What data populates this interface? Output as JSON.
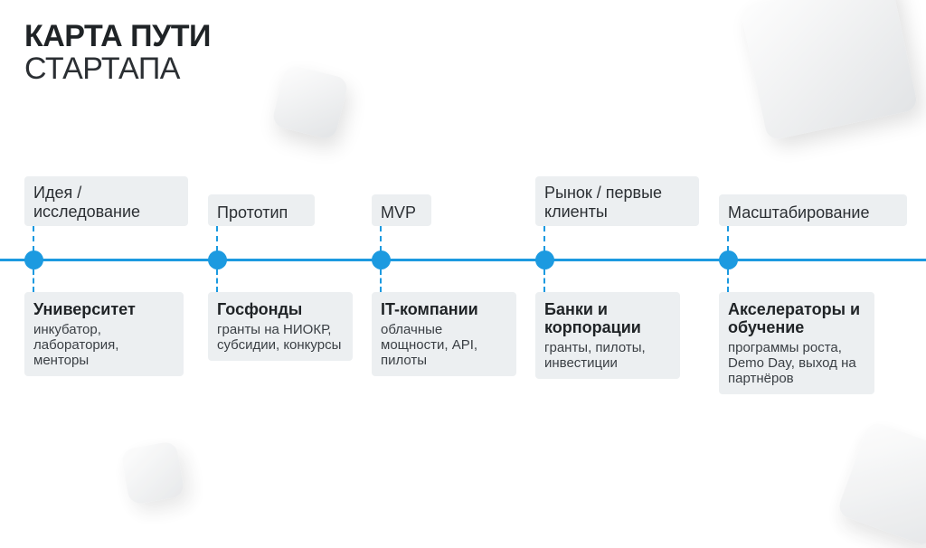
{
  "title": {
    "line1": "КАРТА ПУТИ",
    "line2": "СТАРТАПА"
  },
  "colors": {
    "accent": "#1c9ae0",
    "box": "#eceff1"
  },
  "stages": [
    {
      "label": "Идея / исследование",
      "source": "Университет",
      "details": "инкубатор, лаборатория, менторы"
    },
    {
      "label": "Прототип",
      "source": "Госфонды",
      "details": "гранты на НИОКР, субсидии, конкурсы"
    },
    {
      "label": "MVP",
      "source": "IT-компании",
      "details": "облачные мощности, API, пилоты"
    },
    {
      "label": "Рынок / первые клиенты",
      "source": "Банки и корпорации",
      "details": "гранты, пилоты, инвестиции"
    },
    {
      "label": "Масштабирование",
      "source": "Акселераторы и обучение",
      "details": "программы роста, Demo Day, выход на партнёров"
    }
  ]
}
